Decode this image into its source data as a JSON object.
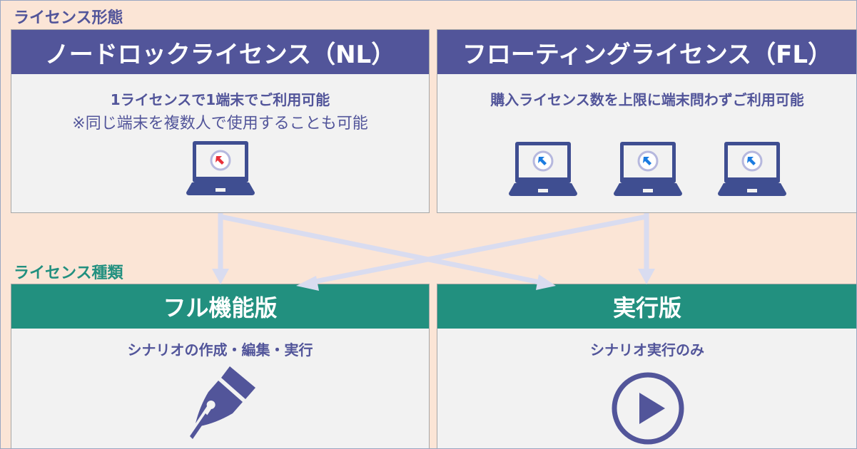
{
  "license_forms": {
    "title": "ライセンス形態",
    "node_lock": {
      "header": "ノードロックライセンス（NL）",
      "description": "1ライセンスで1端末でご利用可能",
      "note": "※同じ端末を複数人で使用することも可能"
    },
    "floating": {
      "header": "フローティングライセンス（FL）",
      "description": "購入ライセンス数を上限に端末問わずご利用可能"
    }
  },
  "license_types": {
    "title": "ライセンス種類",
    "full": {
      "header": "フル機能版",
      "description": "シナリオの作成・編集・実行"
    },
    "runtime": {
      "header": "実行版",
      "description": "シナリオ実行のみ"
    }
  },
  "colors": {
    "purple": "#52559a",
    "teal": "#22907f",
    "background": "#fbe5d6",
    "arrow": "#d9dcf0",
    "nl_icon": "#e8303a",
    "fl_icon": "#1a7be0"
  }
}
